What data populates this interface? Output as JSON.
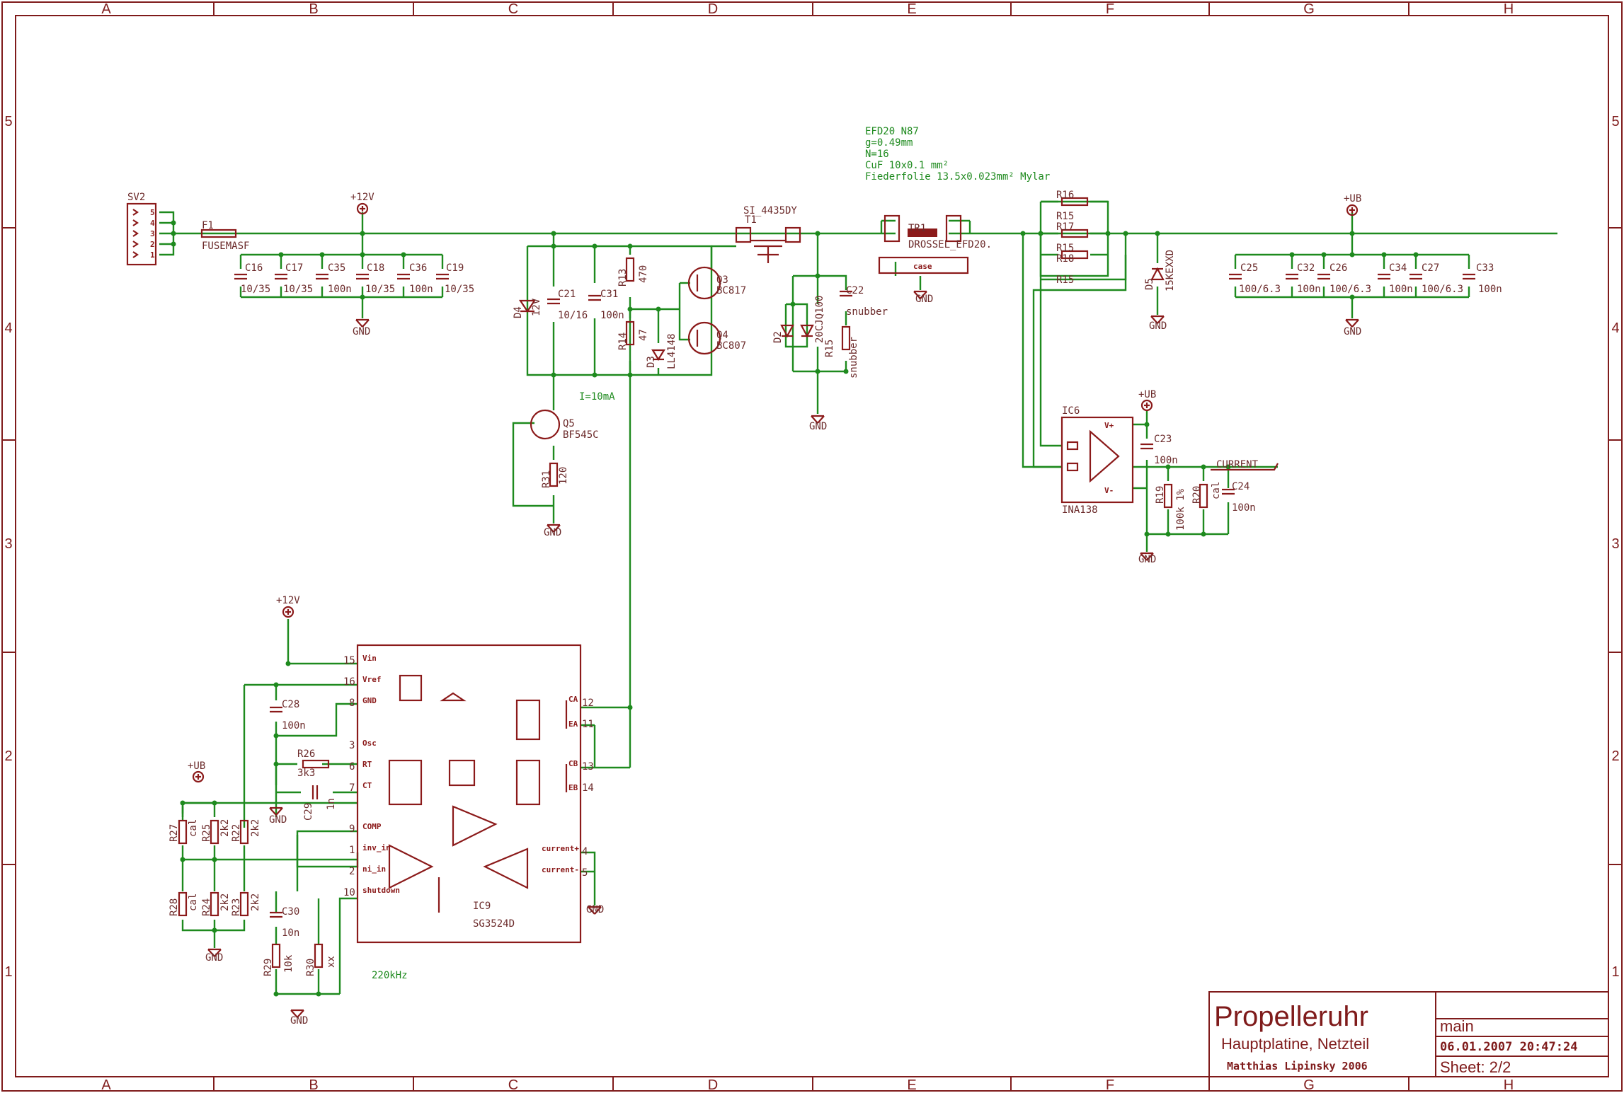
{
  "frame": {
    "columns": [
      "A",
      "B",
      "C",
      "D",
      "E",
      "F",
      "G",
      "H"
    ],
    "rows": [
      "5",
      "4",
      "3",
      "2",
      "1"
    ]
  },
  "title_block": {
    "title": "Propelleruhr",
    "subtitle": "Hauptplatine, Netzteil",
    "author": "Matthias Lipinsky 2006",
    "sheet_name": "main",
    "datetime": "06.01.2007 20:47:24",
    "sheet": "Sheet: 2/2"
  },
  "notes": {
    "transformer": [
      "EFD20 N87",
      "g=0.49mm",
      "N=16",
      "CuF 10x0.1 mm²",
      "Fiederfolie 13.5x0.023mm² Mylar"
    ],
    "current": "I=10mA",
    "freq": "220kHz"
  },
  "supplies": {
    "p12v": "+12V",
    "ub": "+UB",
    "gnd": "GND"
  },
  "parts": {
    "sv2": "SV2",
    "f1": "F1",
    "f1v": "FUSEMASF",
    "c16": "C16",
    "c16v": "10/35",
    "c17": "C17",
    "c17v": "10/35",
    "c35": "C35",
    "c35v": "100n",
    "c18": "C18",
    "c18v": "10/35",
    "c36": "C36",
    "c36v": "100n",
    "c19": "C19",
    "c19v": "10/35",
    "t1": "T1",
    "t1v": "SI_4435DY",
    "q3": "Q3",
    "q3v": "BC817",
    "q4": "Q4",
    "q4v": "BC807",
    "q5": "Q5",
    "q5v": "BF545C",
    "r13": "R13",
    "r13v": "470",
    "r14": "R14",
    "r14v": "47",
    "r31": "R31",
    "r31v": "120",
    "d3": "D3",
    "d3v": "LL4148",
    "d4": "D4",
    "d4v": "12V",
    "c21": "C21",
    "c21v": "10/16",
    "c31": "C31",
    "c31v": "100n",
    "tr1": "TR1",
    "tr1v": "DROSSEL_EFD20.",
    "case": "case",
    "c22": "C22",
    "c22v": "snubber",
    "r15s": "R15",
    "r15sv": "snubber",
    "d2": "D2",
    "d2v": "20CJQ100",
    "r16": "R16",
    "r15a": "R15",
    "r17": "R17",
    "r15b": "R15",
    "r18": "R18",
    "r15c": "R15",
    "d5": "D5",
    "d5v": "15KEXXD",
    "c25": "C25",
    "c25v": "100/6.3",
    "c32": "C32",
    "c32v": "100n",
    "c26": "C26",
    "c26v": "100/6.3",
    "c34": "C34",
    "c34v": "100n",
    "c27": "C27",
    "c27v": "100/6.3",
    "c33": "C33",
    "c33v": "100n",
    "ic6": "IC6",
    "ic6v": "INA138",
    "ic6_vp": "V+",
    "ic6_vm": "V-",
    "c23": "C23",
    "c23v": "100n",
    "c24": "C24",
    "c24v": "100n",
    "r19": "R19",
    "r19v": "100k 1%",
    "r20": "R20",
    "r20v": "cal",
    "current": "CURRENT",
    "ic9": "IC9",
    "ic9v": "SG3524D",
    "c28": "C28",
    "c28v": "100n",
    "r26": "R26",
    "r26v": "3k3",
    "c29": "C29",
    "c29v": "1n",
    "c30": "C30",
    "c30v": "10n",
    "r29": "R29",
    "r29v": "10k",
    "r30": "R30",
    "r30v": "xx",
    "r27": "R27",
    "r27v": "cal",
    "r25": "R25",
    "r25v": "2k2",
    "r22": "R22",
    "r22v": "2k2",
    "r28": "R28",
    "r28v": "cal",
    "r24": "R24",
    "r24v": "2k2",
    "r23": "R23",
    "r23v": "2k2"
  },
  "ic9_pins": {
    "vin": "Vin",
    "vref": "Vref",
    "gnd": "GND",
    "osc": "Osc",
    "rt": "RT",
    "ct": "CT",
    "comp": "COMP",
    "inv": "inv_in",
    "ni": "ni_in",
    "shdn": "shutdown",
    "ca": "CA",
    "ea": "EA",
    "cb": "CB",
    "eb": "EB",
    "curp": "current+",
    "curm": "current-",
    "n15": "15",
    "n16": "16",
    "n8": "8",
    "n3": "3",
    "n6": "6",
    "n7": "7",
    "n9": "9",
    "n1": "1",
    "n2": "2",
    "n10": "10",
    "n12": "12",
    "n11": "11",
    "n13": "13",
    "n14": "14",
    "n4": "4",
    "n5": "5"
  }
}
